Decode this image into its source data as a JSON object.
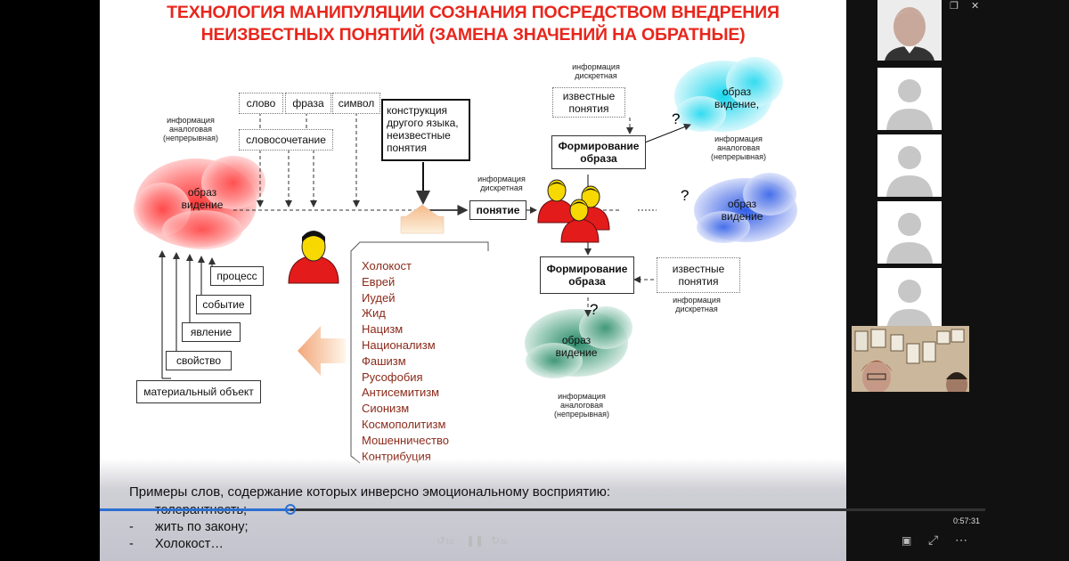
{
  "slide": {
    "title_line1": "ТЕХНОЛОГИЯ МАНИПУЛЯЦИИ СОЗНАНИЯ ПОСРЕДСТВОМ ВНЕДРЕНИЯ",
    "title_line2": "НЕИЗВЕСТНЫХ ПОНЯТИЙ (ЗАМЕНА ЗНАЧЕНИЙ НА ОБРАТНЫЕ)",
    "words": {
      "slovo": "слово",
      "fraza": "фраза",
      "simvol": "символ",
      "slovosochetanie": "словосочетание"
    },
    "construct_line1": "конструкция",
    "construct_line2": "другого языка,",
    "construct_line3": "неизвестные",
    "construct_line4": "понятия",
    "info_analog_1": "информация",
    "info_analog_2": "аналоговая",
    "info_analog_3": "(непрерывная)",
    "info_discrete_1": "информация",
    "info_discrete_2": "дискретная",
    "cloud_obraz": "образ",
    "cloud_videnie": "видение",
    "cloud_videnie_comma": "видение,",
    "ponyatie": "понятие",
    "known_1": "известные",
    "known_2": "понятия",
    "forming_1": "Формирование",
    "forming_2": "образа",
    "question": "?",
    "ladder": {
      "process": "процесс",
      "sobytie": "событие",
      "yavlenie": "явление",
      "svoystvo": "свойство",
      "object": "материальный объект"
    },
    "terms": [
      "Холокост",
      "Еврей",
      "Иудей",
      "Жид",
      "Нацизм",
      "Национализм",
      "Фашизм",
      "Русофобия",
      "Антисемитизм",
      "Сионизм",
      "Космополитизм",
      "Мошенничество",
      "Контрибуция"
    ],
    "caption_title": "Примеры слов, содержание которых инверсно эмоциональному восприятию:",
    "caption_items": [
      "-      толерантность;",
      "-      жить по закону;",
      "-      Холокост…"
    ]
  },
  "player": {
    "timecode": "0:57:31",
    "progress_fraction": 0.215,
    "rewind_label": "10",
    "forward_label": "30"
  },
  "colors": {
    "title_red": "#e8261c",
    "term_brown": "#8b2a1a",
    "seek_blue": "#2d6fd1"
  }
}
